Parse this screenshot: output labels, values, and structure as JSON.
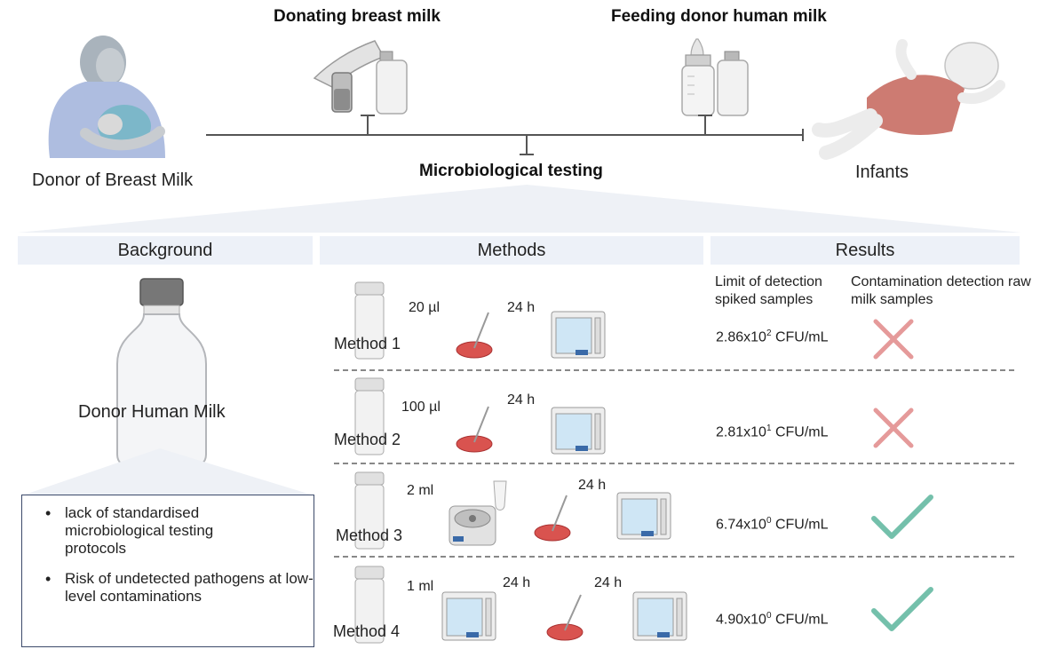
{
  "top": {
    "donor_label": "Donor of Breast Milk",
    "infants_label": "Infants",
    "donating_title": "Donating breast milk",
    "feeding_title": "Feeding donor human milk",
    "testing_title": "Microbiological testing"
  },
  "sections": {
    "background": "Background",
    "methods": "Methods",
    "results": "Results"
  },
  "background": {
    "bottle_label": "Donor Human Milk",
    "bullets": [
      "lack of standardised microbiological testing protocols",
      "Risk of undetected pathogens at low-level contaminations"
    ]
  },
  "results_headers": {
    "lod": "Limit of detection spiked samples",
    "contamination": "Contamination detection raw milk samples"
  },
  "methods": [
    {
      "label": "Method 1",
      "volume": "20 µl",
      "times": [
        "24 h"
      ],
      "lod_mantissa": "2.86x10",
      "lod_exp": "2",
      "lod_unit": " CFU/mL",
      "detected": false
    },
    {
      "label": "Method 2",
      "volume": "100 µl",
      "times": [
        "24 h"
      ],
      "lod_mantissa": "2.81x10",
      "lod_exp": "1",
      "lod_unit": " CFU/mL",
      "detected": false
    },
    {
      "label": "Method 3",
      "volume": "2 ml",
      "times": [
        "24 h"
      ],
      "lod_mantissa": "6.74x10",
      "lod_exp": "0",
      "lod_unit": " CFU/mL",
      "detected": true
    },
    {
      "label": "Method 4",
      "volume": "1 ml",
      "times": [
        "24 h",
        "24 h"
      ],
      "lod_mantissa": "4.90x10",
      "lod_exp": "0",
      "lod_unit": " CFU/mL",
      "detected": true
    }
  ],
  "colors": {
    "section_header_bg": "#edf1f8",
    "cross": "#e59a9a",
    "check": "#74c0ab",
    "petri": "#d9534f",
    "box_border": "#3c4a6a"
  }
}
